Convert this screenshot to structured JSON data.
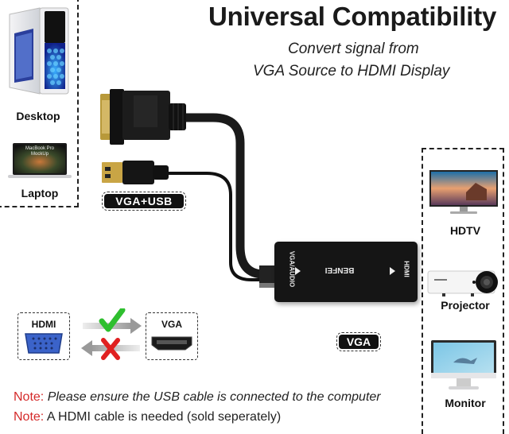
{
  "header": {
    "title": "Universal Compatibility",
    "subtitle_line1": "Convert signal from",
    "subtitle_line2": "VGA Source to HDMI Display"
  },
  "sources": {
    "items": [
      {
        "label": "Desktop",
        "icon": "desktop-tower"
      },
      {
        "label": "Laptop",
        "icon": "laptop",
        "screen_text_line1": "MacBook Pro",
        "screen_text_line2": "MockUp"
      }
    ]
  },
  "cable": {
    "input_badge": "VGA+USB",
    "output_badge": "VGA"
  },
  "adapter": {
    "brand": "BENFEI",
    "left_port_label": "VGA/AUDIO",
    "right_port_label": "HDMI"
  },
  "displays": {
    "items": [
      {
        "label": "HDTV",
        "icon": "hdtv"
      },
      {
        "label": "Projector",
        "icon": "projector"
      },
      {
        "label": "Monitor",
        "icon": "monitor"
      }
    ]
  },
  "compatibility": {
    "left_label": "HDMI",
    "right_label": "VGA",
    "forward_icon": "check-mark",
    "forward_color": "#2fbf2f",
    "backward_icon": "cross-mark",
    "backward_color": "#e02020"
  },
  "notes": [
    {
      "label": "Note:",
      "text": "Please ensure the USB cable is connected to the computer",
      "italic": true
    },
    {
      "label": "Note:",
      "text": "A HDMI cable is needed (sold seperately)",
      "italic": false
    }
  ],
  "colors": {
    "note_label": "#d42a2a",
    "accent_blue": "#3b63c9"
  }
}
